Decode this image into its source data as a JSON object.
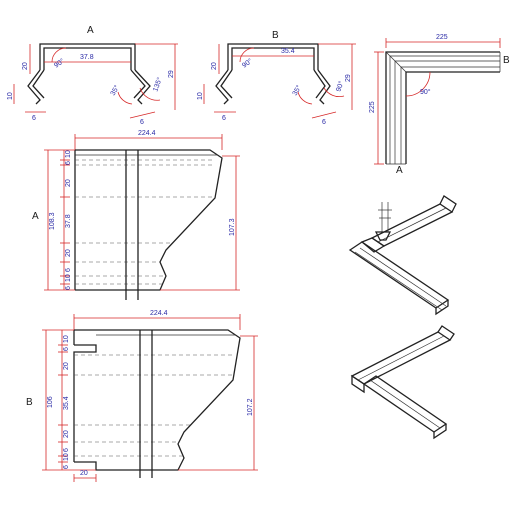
{
  "profiles": {
    "a": {
      "label": "A",
      "dims": {
        "flange_height": "20",
        "top_width": "37.8",
        "height_right": "29",
        "lip_left": "10",
        "lip_bottom_left": "6",
        "lip_bottom_right": "6",
        "angle_left": "90°",
        "angle_mid": "35°",
        "angle_right": "135°"
      }
    },
    "b": {
      "label": "B",
      "dims": {
        "flange_height": "20",
        "top_width": "35.4",
        "height_right": "29",
        "lip_left": "10",
        "lip_bottom_left": "6",
        "lip_bottom_right": "6",
        "angle_left": "90°",
        "angle_mid": "35°",
        "angle_right": "90°"
      }
    }
  },
  "corner": {
    "top_dim": "225",
    "side_dim": "225",
    "angle": "90°",
    "end_a": "A",
    "end_b": "B"
  },
  "flat_a": {
    "label": "A",
    "width": "224.4",
    "height_total": "108.3",
    "height_right": "107.3",
    "segs": [
      "10",
      "6",
      "20",
      "37.8",
      "20",
      "6",
      "10",
      "6"
    ]
  },
  "flat_b": {
    "label": "B",
    "width": "224.4",
    "height_total": "106",
    "height_right": "107.2",
    "segs": [
      "10",
      "6",
      "20",
      "35.4",
      "20",
      "6",
      "10",
      "6"
    ],
    "bottom_dim": "20"
  }
}
